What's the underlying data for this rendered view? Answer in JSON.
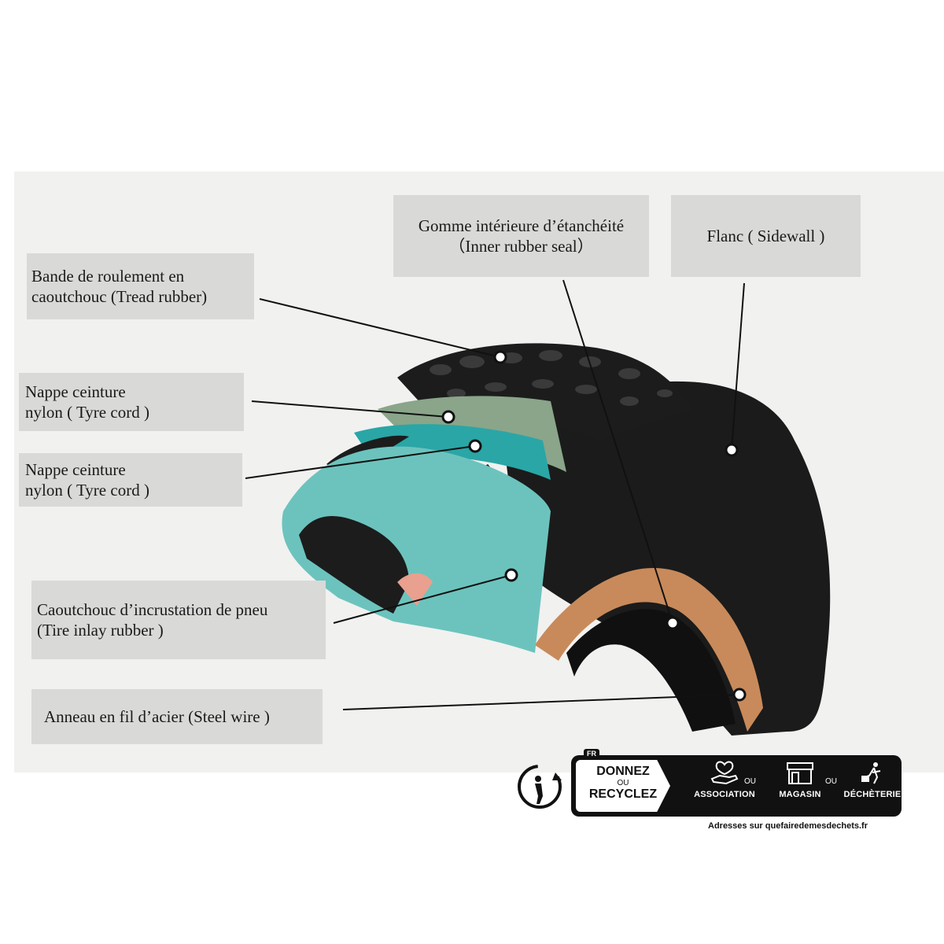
{
  "labels": {
    "tread": "Bande de roulement en\ncaoutchouc (Tread rubber)",
    "cord1": "Nappe ceinture\nnylon ( Tyre cord )",
    "cord2": "Nappe ceinture\nnylon ( Tyre cord )",
    "inlay": "Caoutchouc d’incrustation de pneu\n(Tire inlay rubber )",
    "steel": "Anneau en fil d’acier (Steel wire )",
    "seal": "Gomme intérieure d’étanchéité\n（Inner rubber seal）",
    "sidewall": "Flanc ( Sidewall )"
  },
  "colors": {
    "panel": "#f1f1f0",
    "label_bg": "#d9d9d8",
    "tread": "#1c1c1c",
    "cord_green": "#8aa58a",
    "cord_teal": "#2aa6a6",
    "inlay": "#6cc3bd",
    "bead": "#c88a5a",
    "pink": "#e9a08e"
  },
  "badge": {
    "fr": "FR",
    "donnez": "DONNEZ",
    "ou": "OU",
    "recyclez": "RECYCLEZ",
    "options": [
      "ASSOCIATION",
      "MAGASIN",
      "DÉCHÈTERIE"
    ],
    "separator": "OU",
    "address": "Adresses sur quefairedemesdechets.fr"
  }
}
